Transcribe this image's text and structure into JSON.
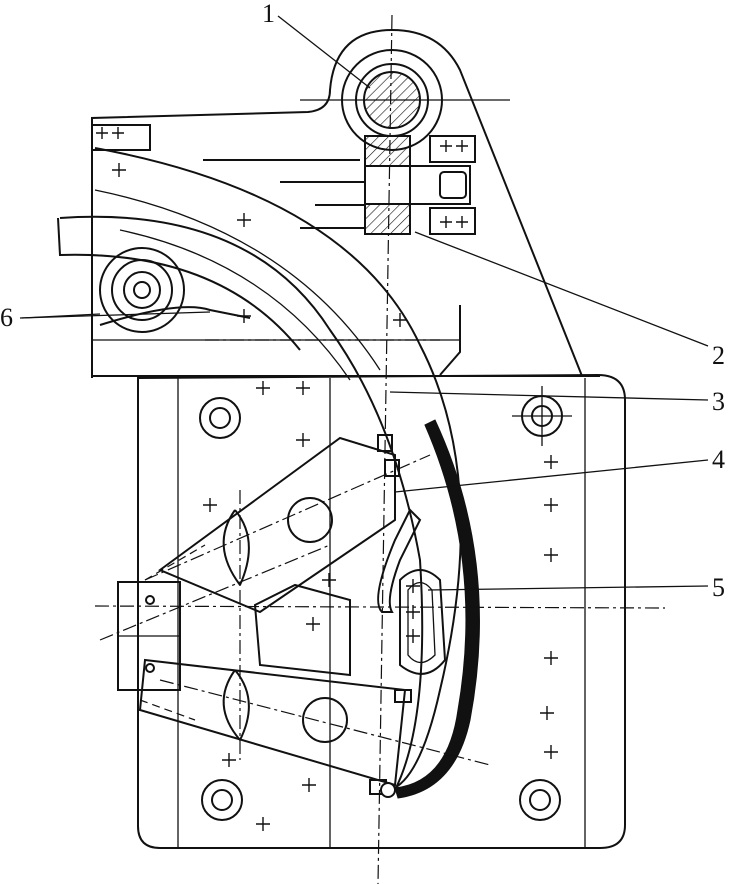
{
  "figure": {
    "background": "#ffffff",
    "ink": "#111111"
  },
  "callouts": [
    {
      "id": "c1",
      "text": "1"
    },
    {
      "id": "c2",
      "text": "2"
    },
    {
      "id": "c3",
      "text": "3"
    },
    {
      "id": "c4",
      "text": "4"
    },
    {
      "id": "c5",
      "text": "5"
    },
    {
      "id": "c6",
      "text": "6"
    }
  ]
}
